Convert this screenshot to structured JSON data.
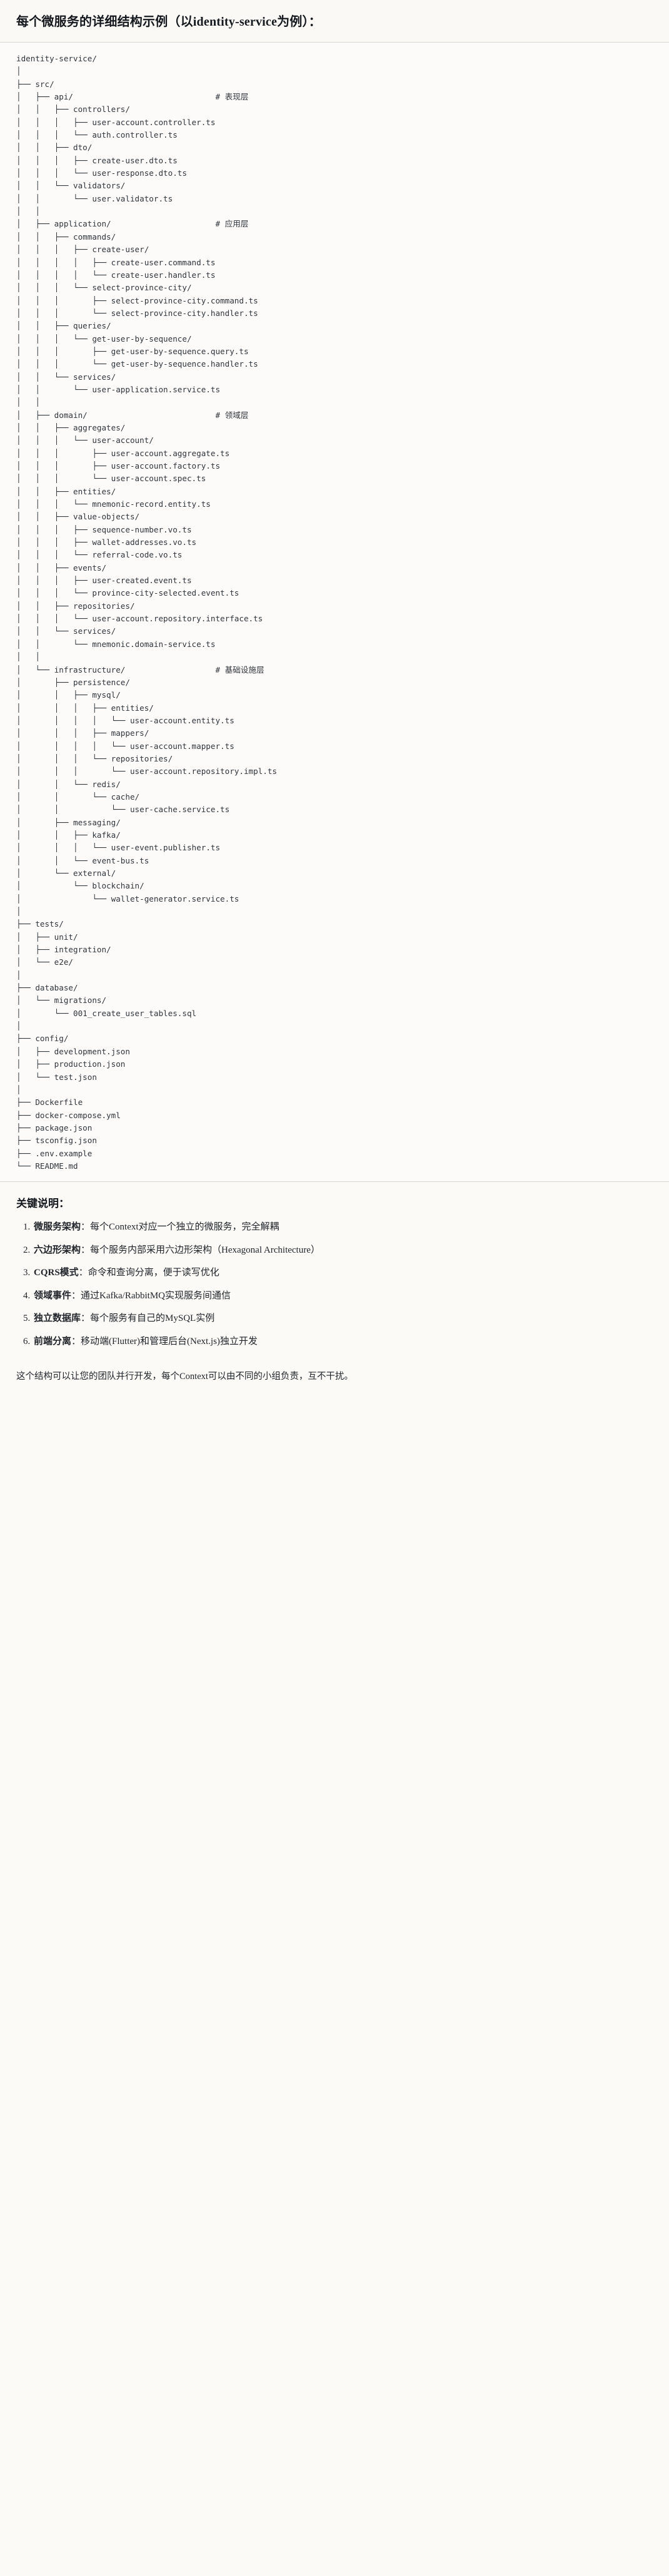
{
  "header": {
    "title": "每个微服务的详细结构示例（以identity-service为例）："
  },
  "tree": {
    "root": "identity-service/",
    "text": "identity-service/\n│\n├── src/\n│   ├── api/                              # 表现层\n│   │   ├── controllers/\n│   │   │   ├── user-account.controller.ts\n│   │   │   └── auth.controller.ts\n│   │   ├── dto/\n│   │   │   ├── create-user.dto.ts\n│   │   │   └── user-response.dto.ts\n│   │   └── validators/\n│   │       └── user.validator.ts\n│   │\n│   ├── application/                      # 应用层\n│   │   ├── commands/\n│   │   │   ├── create-user/\n│   │   │   │   ├── create-user.command.ts\n│   │   │   │   └── create-user.handler.ts\n│   │   │   └── select-province-city/\n│   │   │       ├── select-province-city.command.ts\n│   │   │       └── select-province-city.handler.ts\n│   │   ├── queries/\n│   │   │   └── get-user-by-sequence/\n│   │   │       ├── get-user-by-sequence.query.ts\n│   │   │       └── get-user-by-sequence.handler.ts\n│   │   └── services/\n│   │       └── user-application.service.ts\n│   │\n│   ├── domain/                           # 领域层\n│   │   ├── aggregates/\n│   │   │   └── user-account/\n│   │   │       ├── user-account.aggregate.ts\n│   │   │       ├── user-account.factory.ts\n│   │   │       └── user-account.spec.ts\n│   │   ├── entities/\n│   │   │   └── mnemonic-record.entity.ts\n│   │   ├── value-objects/\n│   │   │   ├── sequence-number.vo.ts\n│   │   │   ├── wallet-addresses.vo.ts\n│   │   │   └── referral-code.vo.ts\n│   │   ├── events/\n│   │   │   ├── user-created.event.ts\n│   │   │   └── province-city-selected.event.ts\n│   │   ├── repositories/\n│   │   │   └── user-account.repository.interface.ts\n│   │   └── services/\n│   │       └── mnemonic.domain-service.ts\n│   │\n│   └── infrastructure/                   # 基础设施层\n│       ├── persistence/\n│       │   ├── mysql/\n│       │   │   ├── entities/\n│       │   │   │   └── user-account.entity.ts\n│       │   │   ├── mappers/\n│       │   │   │   └── user-account.mapper.ts\n│       │   │   └── repositories/\n│       │   │       └── user-account.repository.impl.ts\n│       │   └── redis/\n│       │       └── cache/\n│       │           └── user-cache.service.ts\n│       ├── messaging/\n│       │   ├── kafka/\n│       │   │   └── user-event.publisher.ts\n│       │   └── event-bus.ts\n│       └── external/\n│           └── blockchain/\n│               └── wallet-generator.service.ts\n│\n├── tests/\n│   ├── unit/\n│   ├── integration/\n│   └── e2e/\n│\n├── database/\n│   └── migrations/\n│       └── 001_create_user_tables.sql\n│\n├── config/\n│   ├── development.json\n│   ├── production.json\n│   └── test.json\n│\n├── Dockerfile\n├── docker-compose.yml\n├── package.json\n├── tsconfig.json\n├── .env.example\n└── README.md",
    "layer_comments": [
      "# 表现层",
      "# 应用层",
      "# 领域层",
      "# 基础设施层"
    ]
  },
  "keypoints": {
    "title": "关键说明：",
    "items": [
      {
        "term": "微服务架构",
        "desc": "：每个Context对应一个独立的微服务，完全解耦"
      },
      {
        "term": "六边形架构",
        "desc": "：每个服务内部采用六边形架构（Hexagonal Architecture）"
      },
      {
        "term": "CQRS模式",
        "desc": "：命令和查询分离，便于读写优化"
      },
      {
        "term": "领域事件",
        "desc": "：通过Kafka/RabbitMQ实现服务间通信"
      },
      {
        "term": "独立数据库",
        "desc": "：每个服务有自己的MySQL实例"
      },
      {
        "term": "前端分离",
        "desc": "：移动端(Flutter)和管理后台(Next.js)独立开发"
      }
    ],
    "footer": "这个结构可以让您的团队并行开发，每个Context可以由不同的小组负责，互不干扰。"
  }
}
